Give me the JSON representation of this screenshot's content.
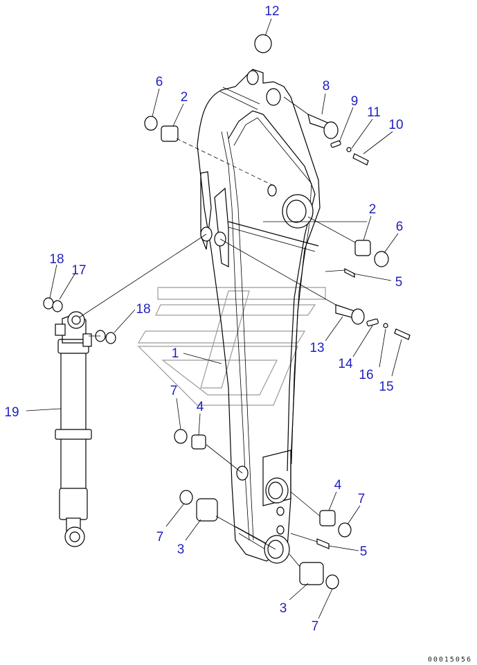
{
  "callouts": [
    {
      "id": "c12",
      "text": "12"
    },
    {
      "id": "c6a",
      "text": "6"
    },
    {
      "id": "c2a",
      "text": "2"
    },
    {
      "id": "c8",
      "text": "8"
    },
    {
      "id": "c9",
      "text": "9"
    },
    {
      "id": "c11",
      "text": "11"
    },
    {
      "id": "c10",
      "text": "10"
    },
    {
      "id": "c2b",
      "text": "2"
    },
    {
      "id": "c6b",
      "text": "6"
    },
    {
      "id": "c5a",
      "text": "5"
    },
    {
      "id": "c18a",
      "text": "18"
    },
    {
      "id": "c17",
      "text": "17"
    },
    {
      "id": "c18b",
      "text": "18"
    },
    {
      "id": "c1",
      "text": "1"
    },
    {
      "id": "c13",
      "text": "13"
    },
    {
      "id": "c14",
      "text": "14"
    },
    {
      "id": "c16",
      "text": "16"
    },
    {
      "id": "c15",
      "text": "15"
    },
    {
      "id": "c19",
      "text": "19"
    },
    {
      "id": "c7a",
      "text": "7"
    },
    {
      "id": "c4a",
      "text": "4"
    },
    {
      "id": "c4b",
      "text": "4"
    },
    {
      "id": "c7b",
      "text": "7"
    },
    {
      "id": "c7c",
      "text": "7"
    },
    {
      "id": "c3a",
      "text": "3"
    },
    {
      "id": "c5b",
      "text": "5"
    },
    {
      "id": "c3b",
      "text": "3"
    },
    {
      "id": "c7d",
      "text": "7"
    }
  ],
  "document_number": "00015056"
}
